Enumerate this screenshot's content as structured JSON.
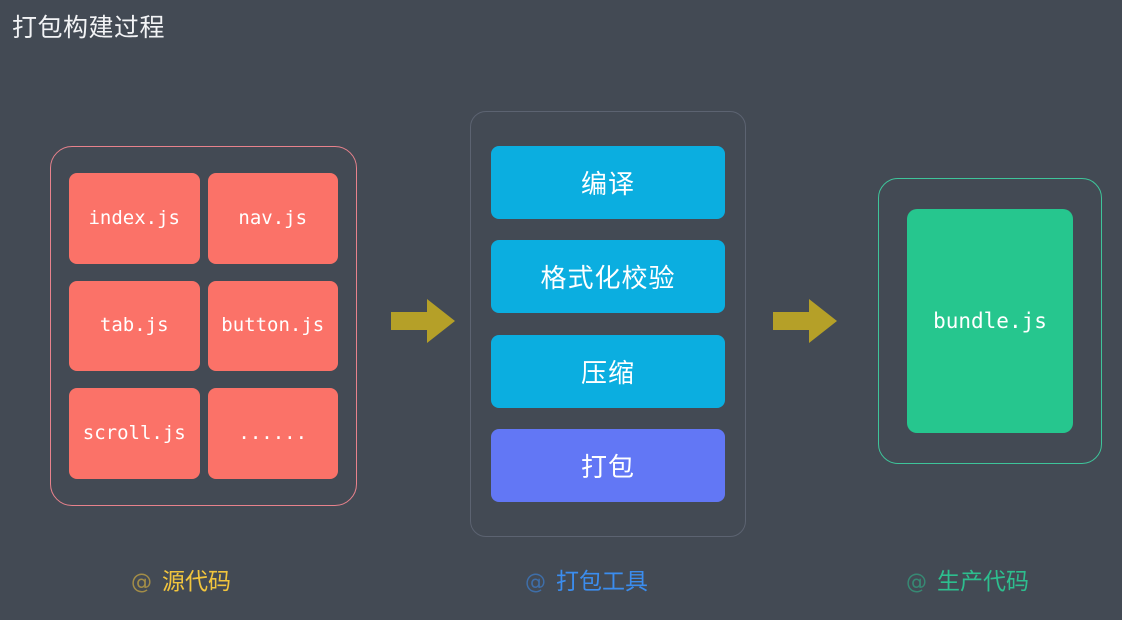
{
  "page": {
    "title": "打包构建过程",
    "background_color": "#434A54"
  },
  "stages": {
    "source": {
      "name": "源代码",
      "caption_prefix": "@",
      "caption": "源代码",
      "accent_color": "#F2C53D",
      "border_color": "#E8828C",
      "box_color": "#FB7268",
      "files": [
        {
          "label": "index.js"
        },
        {
          "label": "nav.js"
        },
        {
          "label": "tab.js"
        },
        {
          "label": "button.js"
        },
        {
          "label": "scroll.js"
        },
        {
          "label": "......"
        }
      ]
    },
    "tool": {
      "name": "打包工具",
      "caption_prefix": "@",
      "caption": "打包工具",
      "accent_color": "#3B8DEF",
      "border_color": "#5C6371",
      "steps": [
        {
          "label": "编译",
          "color": "#0BAEE0"
        },
        {
          "label": "格式化校验",
          "color": "#0BAEE0"
        },
        {
          "label": "压缩",
          "color": "#0BAEE0"
        },
        {
          "label": "打包",
          "color": "#6277F5"
        }
      ]
    },
    "output": {
      "name": "生产代码",
      "caption_prefix": "@",
      "caption": "生产代码",
      "accent_color": "#2DBE8E",
      "border_color": "#3EC49A",
      "box_color": "#26C68E",
      "artifact": "bundle.js"
    }
  },
  "arrows": [
    {
      "name": "arrow-source-to-tool",
      "color": "#B5A028"
    },
    {
      "name": "arrow-tool-to-output",
      "color": "#B5A028"
    }
  ]
}
